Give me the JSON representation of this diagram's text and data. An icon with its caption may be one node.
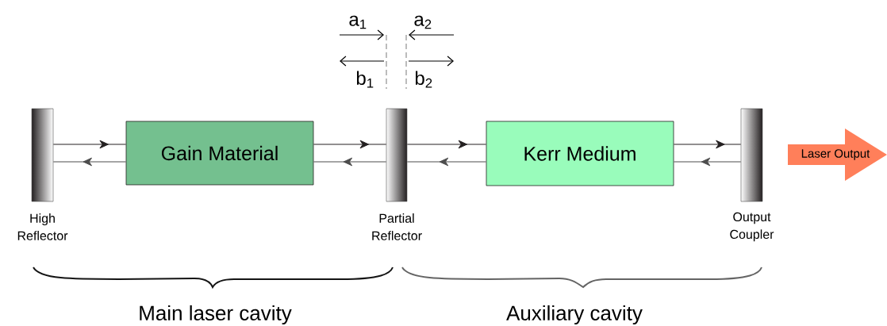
{
  "diagram": {
    "nodes": [
      {
        "text": [],
        "shape": "bar",
        "beside": [
          "High Reflector"
        ]
      },
      {
        "text": [
          "Gain Material"
        ]
      },
      {
        "text": [],
        "shape": "bar",
        "beside": [
          "Partial Reflector"
        ]
      },
      {
        "text": [
          "Kerr Medium"
        ]
      },
      {
        "text": [],
        "shape": "bar",
        "beside": [
          "Output Coupler"
        ]
      },
      {
        "text": [
          "Laser Output"
        ]
      }
    ],
    "edges": [
      {
        "from": 0,
        "to": 1,
        "arrow": "to"
      },
      {
        "from": 1,
        "to": 0,
        "arrow": "to",
        "color": "#4d4d4d"
      },
      {
        "from": 1,
        "to": 2,
        "arrow": "to"
      },
      {
        "from": 2,
        "to": 1,
        "arrow": "to",
        "color": "#4d4d4d"
      },
      {
        "from": 2,
        "to": 3,
        "arrow": "to"
      },
      {
        "from": 3,
        "to": 2,
        "arrow": "to",
        "color": "#4d4d4d"
      },
      {
        "from": 3,
        "to": 4,
        "arrow": "to"
      },
      {
        "from": 4,
        "to": 3,
        "arrow": "to",
        "color": "#4d4d4d"
      }
    ],
    "labels": [
      "a$_{1}$",
      "a$_{2}$",
      "b$_{1}$",
      "b$_{2}$",
      "Main laser cavity",
      "Auxiliary cavity"
    ]
  }
}
